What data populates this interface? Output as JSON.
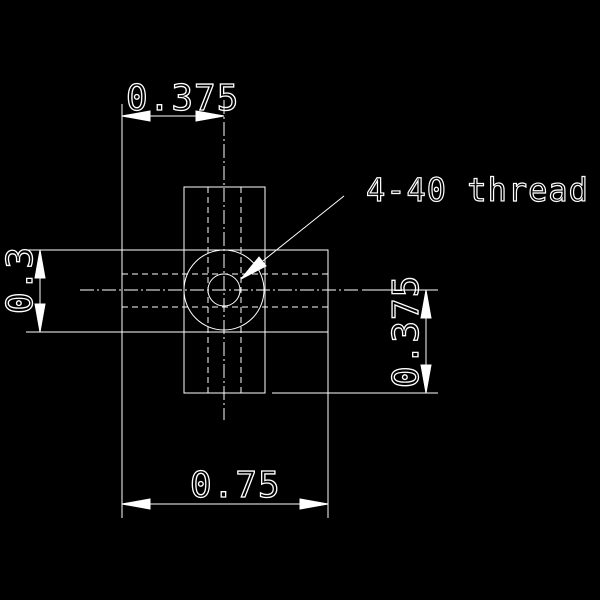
{
  "drawing": {
    "background_color": "#000000",
    "line_color": "#ffffff",
    "dimensions": {
      "top_width": "0.375",
      "left_height": "0.3",
      "right_height": "0.375",
      "bottom_width": "0.75"
    },
    "callout": {
      "label": "4-40 thread"
    }
  }
}
